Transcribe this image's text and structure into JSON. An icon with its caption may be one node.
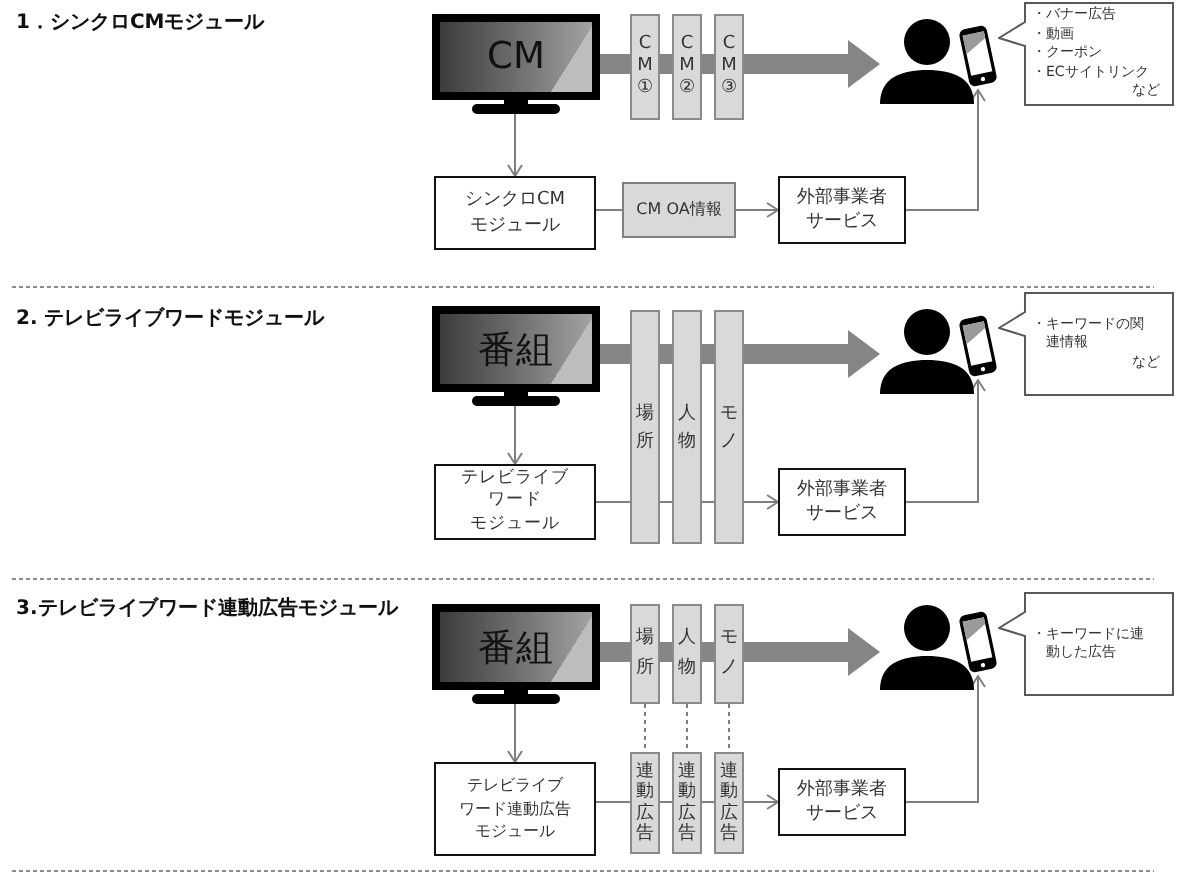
{
  "diagram": {
    "nodes": [
      {
        "text": [
          "CM"
        ]
      },
      {
        "text": [
          "CM①"
        ]
      },
      {
        "text": [
          "CM②"
        ]
      },
      {
        "text": [
          "CM③"
        ]
      },
      {
        "text": [],
        "shape": "person"
      },
      {
        "text": [],
        "shape": "picture"
      },
      {
        "text": [
          "・バナー広告",
          "・動画",
          "・クーポン",
          "・ECサイトリンク",
          "など"
        ]
      },
      {
        "text": [
          "シンクロCMモジュール"
        ]
      },
      {
        "text": [
          "CM OA情報"
        ]
      },
      {
        "text": [
          "外部事業者サービス"
        ]
      },
      {
        "text": [
          "番組"
        ]
      },
      {
        "text": [
          "場所"
        ]
      },
      {
        "text": [
          "人物"
        ]
      },
      {
        "text": [
          "モノ"
        ]
      },
      {
        "text": [],
        "shape": "person"
      },
      {
        "text": [],
        "shape": "picture"
      },
      {
        "text": [
          "・キーワードの関連情報",
          "など"
        ]
      },
      {
        "text": [
          "テレビライブワードモジュール"
        ]
      },
      {
        "text": [
          "外部事業者サービス"
        ]
      },
      {
        "text": [
          "番組"
        ]
      },
      {
        "text": [
          "場所"
        ]
      },
      {
        "text": [
          "人物"
        ]
      },
      {
        "text": [
          "モノ"
        ]
      },
      {
        "text": [],
        "shape": "person"
      },
      {
        "text": [],
        "shape": "picture"
      },
      {
        "text": [
          "・キーワードに連動した広告"
        ]
      },
      {
        "text": [
          "テレビライブワード連動広告モジュール"
        ]
      },
      {
        "text": [
          "連動広告"
        ]
      },
      {
        "text": [
          "連動広告"
        ]
      },
      {
        "text": [
          "連動広告"
        ]
      },
      {
        "text": [
          "外部事業者サービス"
        ]
      }
    ],
    "edges": [
      {
        "from": 0,
        "to": 1,
        "arrow": "none",
        "style": "thick"
      },
      {
        "from": 1,
        "to": 2,
        "arrow": "none",
        "style": "thick"
      },
      {
        "from": 2,
        "to": 3,
        "arrow": "none",
        "style": "thick"
      },
      {
        "from": 3,
        "to": 4,
        "arrow": "to",
        "style": "thick"
      },
      {
        "from": 0,
        "to": 7,
        "arrow": "to"
      },
      {
        "from": 7,
        "to": 8,
        "arrow": "none"
      },
      {
        "from": 8,
        "to": 9,
        "arrow": "to"
      },
      {
        "from": 9,
        "to": 5,
        "arrow": "to"
      },
      {
        "from": 10,
        "to": 11,
        "arrow": "none",
        "style": "thick"
      },
      {
        "from": 11,
        "to": 12,
        "arrow": "none",
        "style": "thick"
      },
      {
        "from": 12,
        "to": 13,
        "arrow": "none",
        "style": "thick"
      },
      {
        "from": 13,
        "to": 14,
        "arrow": "to",
        "style": "thick"
      },
      {
        "from": 10,
        "to": 17,
        "arrow": "to"
      },
      {
        "from": 17,
        "to": 11,
        "arrow": "none"
      },
      {
        "from": 11,
        "to": 12,
        "arrow": "none"
      },
      {
        "from": 12,
        "to": 13,
        "arrow": "none"
      },
      {
        "from": 13,
        "to": 18,
        "arrow": "to"
      },
      {
        "from": 18,
        "to": 15,
        "arrow": "to"
      },
      {
        "from": 19,
        "to": 20,
        "arrow": "none",
        "style": "thick"
      },
      {
        "from": 20,
        "to": 21,
        "arrow": "none",
        "style": "thick"
      },
      {
        "from": 21,
        "to": 22,
        "arrow": "none",
        "style": "thick"
      },
      {
        "from": 22,
        "to": 23,
        "arrow": "to",
        "style": "thick"
      },
      {
        "from": 19,
        "to": 26,
        "arrow": "to"
      },
      {
        "from": 20,
        "to": 27,
        "arrow": "none",
        "style": "dashed"
      },
      {
        "from": 21,
        "to": 28,
        "arrow": "none",
        "style": "dashed"
      },
      {
        "from": 22,
        "to": 29,
        "arrow": "none",
        "style": "dashed"
      },
      {
        "from": 26,
        "to": 27,
        "arrow": "none"
      },
      {
        "from": 27,
        "to": 28,
        "arrow": "none"
      },
      {
        "from": 28,
        "to": 29,
        "arrow": "none"
      },
      {
        "from": 29,
        "to": 30,
        "arrow": "to"
      },
      {
        "from": 30,
        "to": 24,
        "arrow": "to"
      }
    ],
    "labels": [
      "1．シンクロCMモジュール",
      "2. テレビライブワードモジュール",
      "3.テレビライブワード連動広告モジュール"
    ]
  }
}
